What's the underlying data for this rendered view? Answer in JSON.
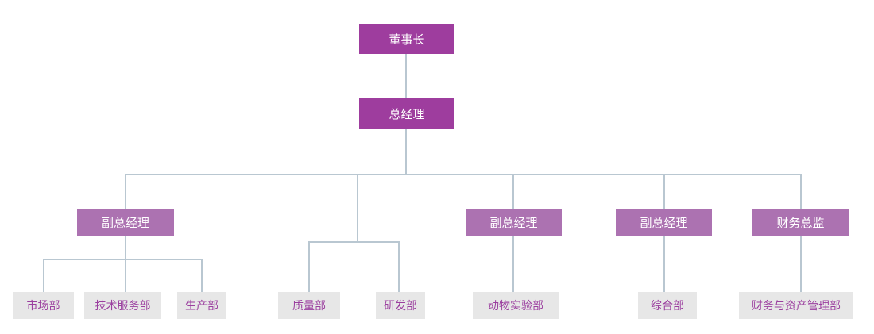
{
  "colors": {
    "executive_box_bg": "#9E3D9E",
    "executive_box_text": "#FFFFFF",
    "manager_box_bg": "#AC72B1",
    "manager_box_text": "#FFFFFF",
    "department_box_bg": "#E7E7E7",
    "department_box_text": "#9B3F9F",
    "connector_line": "#B9C7D1",
    "page_background": "#FFFFFF"
  },
  "org_chart": {
    "type": "organization-chart",
    "nodes": {
      "chairman": {
        "label": "董事长"
      },
      "general_manager": {
        "label": "总经理"
      },
      "deputy_gm_1": {
        "label": "副总经理"
      },
      "deputy_gm_2": {
        "label": "副总经理"
      },
      "deputy_gm_3": {
        "label": "副总经理"
      },
      "finance_director": {
        "label": "财务总监"
      },
      "marketing": {
        "label": "市场部"
      },
      "tech_service": {
        "label": "技术服务部"
      },
      "production": {
        "label": "生产部"
      },
      "quality": {
        "label": "质量部"
      },
      "rnd": {
        "label": "研发部"
      },
      "animal_lab": {
        "label": "动物实验部"
      },
      "general_affairs": {
        "label": "综合部"
      },
      "finance_asset": {
        "label": "财务与资产管理部"
      }
    },
    "hierarchy": {
      "chairman": [
        "general_manager"
      ],
      "general_manager": [
        "deputy_gm_1",
        "quality_rnd_branch",
        "deputy_gm_2",
        "deputy_gm_3",
        "finance_director"
      ],
      "deputy_gm_1": [
        "marketing",
        "tech_service",
        "production"
      ],
      "quality_rnd_branch": [
        "quality",
        "rnd"
      ],
      "deputy_gm_2": [
        "animal_lab"
      ],
      "deputy_gm_3": [
        "general_affairs"
      ],
      "finance_director": [
        "finance_asset"
      ]
    }
  }
}
